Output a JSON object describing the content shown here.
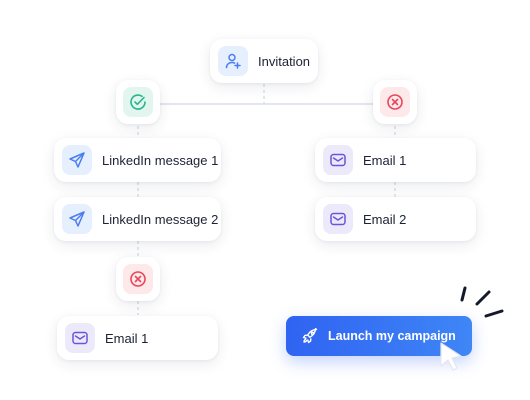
{
  "nodes": {
    "invitation": {
      "label": "Invitation",
      "icon": "add-user-icon"
    },
    "linkedin_1": {
      "label": "LinkedIn message 1",
      "icon": "send-icon"
    },
    "linkedin_2": {
      "label": "LinkedIn message 2",
      "icon": "send-icon"
    },
    "email_right_1": {
      "label": "Email 1",
      "icon": "envelope-icon"
    },
    "email_right_2": {
      "label": "Email 2",
      "icon": "envelope-icon"
    },
    "email_left_1": {
      "label": "Email 1",
      "icon": "envelope-icon"
    }
  },
  "status": {
    "accepted": {
      "icon": "check-circle-icon",
      "color": "#2bb58a"
    },
    "rejected": {
      "icon": "x-circle-icon",
      "color": "#e8465a"
    }
  },
  "cta": {
    "label": "Launch my campaign",
    "icon": "rocket-icon"
  },
  "colors": {
    "accent_blue": "#2f63f2",
    "icon_blue": "#4a7df0",
    "icon_purple": "#6a55d8",
    "connector": "#d3d8e2"
  }
}
